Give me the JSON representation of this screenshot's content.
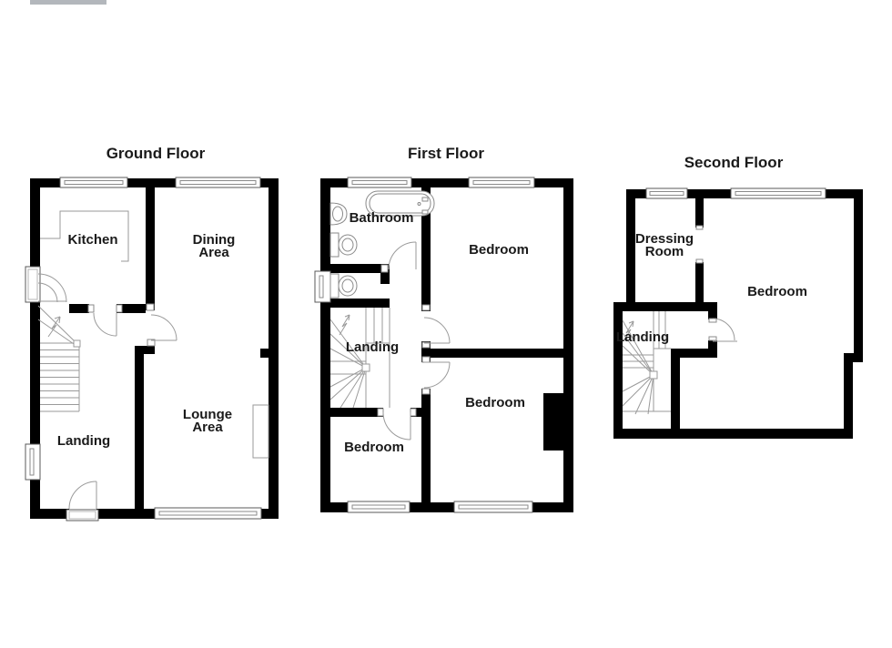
{
  "document": {
    "type": "floorplan",
    "background": "#ffffff"
  },
  "colors": {
    "wall": "#000000",
    "window_line": "#5a5a5a",
    "fixture_line": "#8a8a8a",
    "door_arc": "#9a9a9a",
    "stair_line": "#9a9a9a",
    "text": "#1a1a1a"
  },
  "floors": [
    {
      "title": "Ground Floor",
      "rooms": [
        "Kitchen",
        "Dining\nArea",
        "Lounge\nArea",
        "Landing"
      ]
    },
    {
      "title": "First Floor",
      "rooms": [
        "Bathroom",
        "Bedroom",
        "Landing",
        "Bedroom",
        "Bedroom"
      ]
    },
    {
      "title": "Second Floor",
      "rooms": [
        "Dressing\nRoom",
        "Bedroom",
        "Landing"
      ]
    }
  ]
}
